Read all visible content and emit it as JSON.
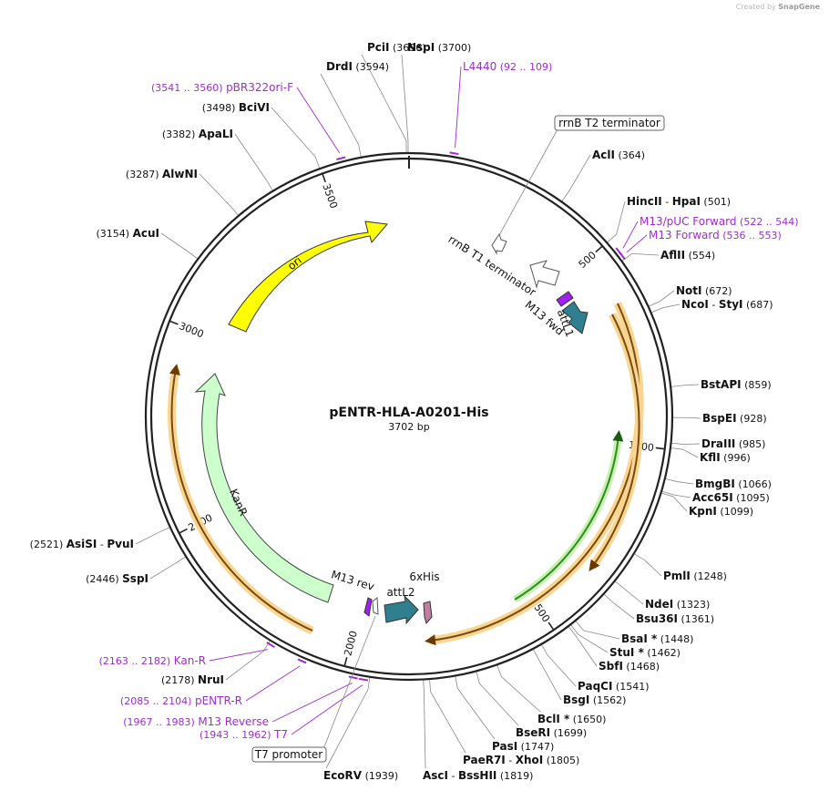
{
  "credit": {
    "prefix": "Created by",
    "brand": "SnapGene"
  },
  "plasmid": {
    "name": "pENTR-HLA-A0201-His",
    "size_label": "3702 bp",
    "length": 3702
  },
  "ticks": [
    {
      "pos": 500,
      "label": "500"
    },
    {
      "pos": 1000,
      "label": "1000"
    },
    {
      "pos": 1500,
      "label": "1500"
    },
    {
      "pos": 2000,
      "label": "2000"
    },
    {
      "pos": 2500,
      "label": "2500"
    },
    {
      "pos": 3000,
      "label": "3000"
    },
    {
      "pos": 3500,
      "label": "3500"
    }
  ],
  "sites_right": [
    {
      "name": "AclI",
      "num": "(364)",
      "pos": 364
    },
    {
      "name": "HincII",
      "name2": "HpaI",
      "num": "(501)",
      "pos": 501
    },
    {
      "name": "AflII",
      "num": "(554)",
      "pos": 554
    },
    {
      "name": "NotI",
      "num": "(672)",
      "pos": 672
    },
    {
      "name": "NcoI",
      "name2": "StyI",
      "num": "(687)",
      "pos": 687
    },
    {
      "name": "BstAPI",
      "num": "(859)",
      "pos": 859
    },
    {
      "name": "BspEI",
      "num": "(928)",
      "pos": 928
    },
    {
      "name": "DraIII",
      "num": "(985)",
      "pos": 985
    },
    {
      "name": "KflI",
      "num": "(996)",
      "pos": 996
    },
    {
      "name": "BmgBI",
      "num": "(1066)",
      "pos": 1066
    },
    {
      "name": "Acc65I",
      "num": "(1095)",
      "pos": 1095
    },
    {
      "name": "KpnI",
      "num": "(1099)",
      "pos": 1099
    },
    {
      "name": "PmlI",
      "num": "(1248)",
      "pos": 1248
    },
    {
      "name": "NdeI",
      "num": "(1323)",
      "pos": 1323
    },
    {
      "name": "Bsu36I",
      "num": "(1361)",
      "pos": 1361
    },
    {
      "name": "BsaI *",
      "num": "(1448)",
      "pos": 1448
    },
    {
      "name": "StuI *",
      "num": "(1462)",
      "pos": 1462
    },
    {
      "name": "SbfI",
      "num": "(1468)",
      "pos": 1468
    },
    {
      "name": "PaqCI",
      "num": "(1541)",
      "pos": 1541
    },
    {
      "name": "BsgI",
      "num": "(1562)",
      "pos": 1562
    },
    {
      "name": "BclI *",
      "num": "(1650)",
      "pos": 1650
    },
    {
      "name": "BseRI",
      "num": "(1699)",
      "pos": 1699
    },
    {
      "name": "PasI",
      "num": "(1747)",
      "pos": 1747
    },
    {
      "name": "PaeR7I",
      "name2": "XhoI",
      "num": "(1805)",
      "pos": 1805
    },
    {
      "name": "AscI",
      "name2": "BssHII",
      "num": "(1819)",
      "pos": 1819
    },
    {
      "name": "EcoRV",
      "num": "(1939)",
      "pos": 1939
    }
  ],
  "sites_left": [
    {
      "name": "NruI",
      "num": "(2178)",
      "pos": 2178
    },
    {
      "name": "SspI",
      "num": "(2446)",
      "pos": 2446
    },
    {
      "name": "AsiSI",
      "name2": "PvuI",
      "num": "(2521)",
      "pos": 2521
    },
    {
      "name": "AcuI",
      "num": "(3154)",
      "pos": 3154
    },
    {
      "name": "AlwNI",
      "num": "(3287)",
      "pos": 3287
    },
    {
      "name": "ApaLI",
      "num": "(3382)",
      "pos": 3382
    },
    {
      "name": "BciVI",
      "num": "(3498)",
      "pos": 3498
    },
    {
      "name": "DrdI",
      "num": "(3594)",
      "pos": 3594
    },
    {
      "name": "PciI",
      "num": "(3696)",
      "pos": 3696
    },
    {
      "name": "NspI",
      "num": "(3700)",
      "pos": 3700
    }
  ],
  "primers": [
    {
      "name": "L4440",
      "range": "(92 .. 109)",
      "pos": 100
    },
    {
      "name": "M13/pUC Forward",
      "range": "(522 .. 544)",
      "pos": 533
    },
    {
      "name": "M13 Forward",
      "range": "(536 .. 553)",
      "pos": 545
    },
    {
      "name": "Kan-R",
      "range": "(2163 .. 2182)",
      "pos": 2172
    },
    {
      "name": "pENTR-R",
      "range": "(2085 .. 2104)",
      "pos": 2094
    },
    {
      "name": "M13 Reverse",
      "range": "(1967 .. 1983)",
      "pos": 1975
    },
    {
      "name": "T7",
      "range": "(1943 .. 1962)",
      "pos": 1952
    },
    {
      "name": "pBR322ori-F",
      "range": "(3541 .. 3560)",
      "pos": 3550
    }
  ],
  "features": [
    {
      "name": "ori",
      "color": "#ffff00"
    },
    {
      "name": "KanR",
      "color": "#ccffcc"
    },
    {
      "name": "rrnB T1 terminator",
      "color": "#ffffff"
    },
    {
      "name": "M13 fwd",
      "color": "#a020f0"
    },
    {
      "name": "attL1",
      "color": "#2f7f8f"
    },
    {
      "name": "attL2",
      "color": "#2f7f8f"
    },
    {
      "name": "M13 rev",
      "color": "#a020f0"
    },
    {
      "name": "6xHis",
      "color": "#c080a0"
    }
  ],
  "boxed_labels": [
    {
      "name": "rrnB T2 terminator"
    },
    {
      "name": "T7 promoter"
    }
  ],
  "colors": {
    "backbone": "#222222",
    "enzyme_line": "#888888",
    "primer": "#a12bd0",
    "orf_orange": "#f0a020",
    "orf_green": "#2e8b22"
  }
}
